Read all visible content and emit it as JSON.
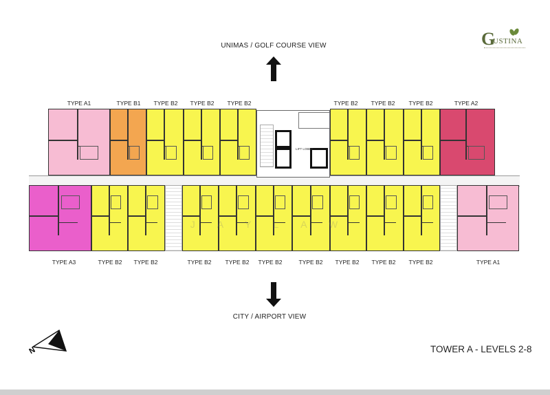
{
  "header": {
    "north_view": "UNIMAS / GOLF COURSE VIEW",
    "south_view": "CITY / AIRPORT VIEW",
    "tower_title": "TOWER A - LEVELS 2-8"
  },
  "logo": {
    "text": "GUSTINA",
    "color": "#5a6a3a"
  },
  "core": {
    "lift_lobby": "LIFT LOBBY"
  },
  "watermark": "JAYLAW",
  "unit_colors": {
    "TYPE A1": "#f7bcd3",
    "TYPE A2": "#d9496f",
    "TYPE A3": "#ea5fcb",
    "TYPE B1": "#f3a650",
    "TYPE B2": "#f8f54f"
  },
  "top_row": [
    {
      "label": "TYPE A1"
    },
    {
      "label": "TYPE B1"
    },
    {
      "label": "TYPE B2"
    },
    {
      "label": "TYPE B2"
    },
    {
      "label": "TYPE B2"
    },
    {
      "label": "TYPE B2"
    },
    {
      "label": "TYPE B2"
    },
    {
      "label": "TYPE B2"
    },
    {
      "label": "TYPE A2"
    }
  ],
  "bottom_row": [
    {
      "label": "TYPE A3"
    },
    {
      "label": "TYPE B2"
    },
    {
      "label": "TYPE B2"
    },
    {
      "label": "TYPE B2"
    },
    {
      "label": "TYPE B2"
    },
    {
      "label": "TYPE B2"
    },
    {
      "label": "TYPE B2"
    },
    {
      "label": "TYPE B2"
    },
    {
      "label": "TYPE B2"
    },
    {
      "label": "TYPE B2"
    },
    {
      "label": "TYPE A1"
    }
  ]
}
